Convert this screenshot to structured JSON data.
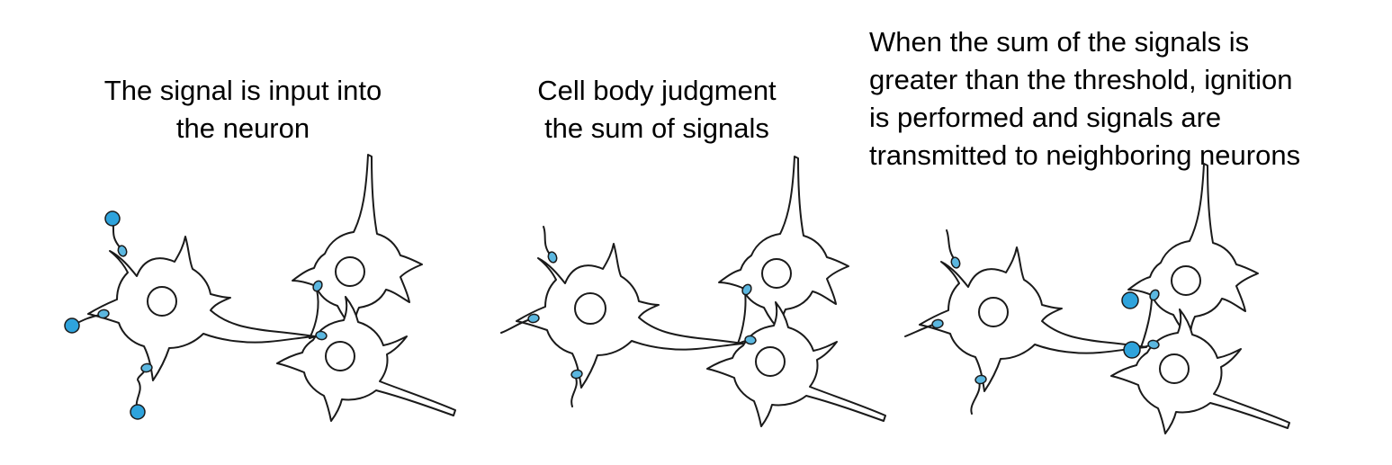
{
  "panels": [
    {
      "caption_lines": [
        "The signal is input into",
        "the neuron"
      ]
    },
    {
      "caption_lines": [
        "Cell body judgment",
        "the sum of signals"
      ]
    },
    {
      "caption_lines": [
        "When the sum of the signals is",
        "greater than the threshold, ignition",
        "is performed and signals are",
        "transmitted to neighboring neurons"
      ]
    }
  ],
  "colors": {
    "signal": "#2ea3dc",
    "active_nucleus": "#12698f",
    "terminal": "#5bb7e0",
    "outline": "#1a1a1a"
  }
}
